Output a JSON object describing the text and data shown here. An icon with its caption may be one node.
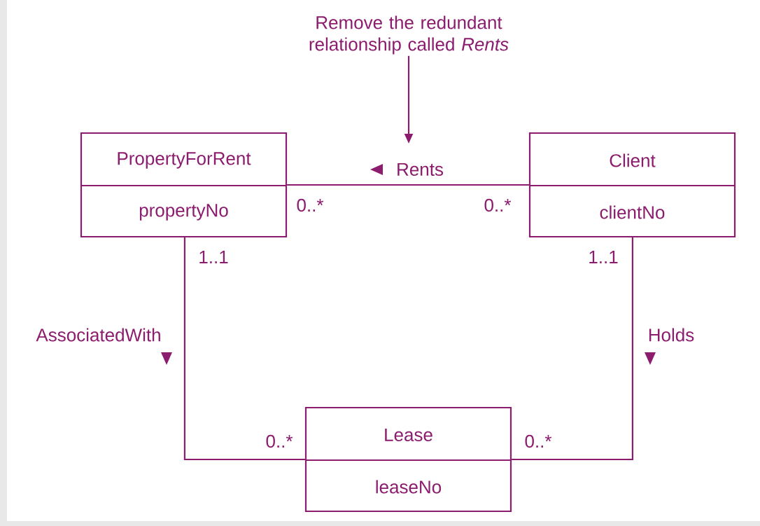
{
  "diagram": {
    "nodes": [
      {
        "text": [
          "Remove the redundant relationship called *Rents*"
        ]
      },
      {
        "text": [
          "PropertyForRent",
          "propertyNo"
        ]
      },
      {
        "text": [
          "Client",
          "clientNo"
        ]
      },
      {
        "text": [
          "Lease",
          "leaseNo"
        ]
      }
    ],
    "edges": [
      {
        "from": 0,
        "to": null,
        "arrow": "to"
      },
      {
        "from": 1,
        "to": 2,
        "arrow": "none",
        "label": "Rents"
      },
      {
        "from": 1,
        "to": 3,
        "arrow": "none",
        "label": "AssociatedWith"
      },
      {
        "from": 2,
        "to": 3,
        "arrow": "none",
        "label": "Holds"
      }
    ],
    "labels": [
      "0..*",
      "0..*",
      "1..1",
      "1..1",
      "0..*",
      "0..*"
    ]
  }
}
